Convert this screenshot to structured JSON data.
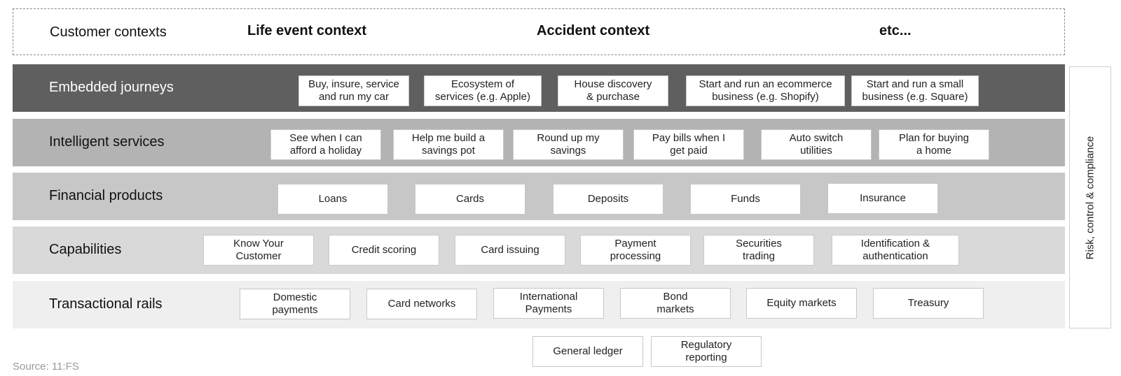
{
  "customer_contexts": {
    "label": "Customer contexts",
    "items": [
      "Life event context",
      "Accident context",
      "etc..."
    ]
  },
  "embedded_journeys": {
    "label": "Embedded journeys",
    "items": [
      "Buy, insure, service\nand run my car",
      "Ecosystem of\nservices  (e.g. Apple)",
      "House discovery\n& purchase",
      "Start and run an ecommerce\nbusiness (e.g. Shopify)",
      "Start and run a small\nbusiness (e.g. Square)"
    ]
  },
  "intelligent_services": {
    "label": "Intelligent services",
    "items": [
      "See when I can\nafford a holiday",
      "Help me build a\nsavings pot",
      "Round up my\nsavings",
      "Pay bills when I\nget paid",
      "Auto switch\nutilities",
      "Plan for buying\na home"
    ]
  },
  "financial_products": {
    "label": "Financial products",
    "items": [
      "Loans",
      "Cards",
      "Deposits",
      "Funds",
      "Insurance"
    ]
  },
  "capabilities": {
    "label": "Capabilities",
    "items": [
      "Know Your\nCustomer",
      "Credit scoring",
      "Card issuing",
      "Payment\nprocessing",
      "Securities\ntrading",
      "Identification &\nauthentication"
    ]
  },
  "transactional_rails": {
    "label": "Transactional rails",
    "items": [
      "Domestic\npayments",
      "Card networks",
      "International\nPayments",
      "Bond\nmarkets",
      "Equity markets",
      "Treasury"
    ]
  },
  "ledger": {
    "items": [
      "General ledger",
      "Regulatory\nreporting"
    ]
  },
  "risk": {
    "label": "Risk, control & compliance"
  },
  "source": "Source: 11:FS",
  "colors": {
    "embedded_band": "#5f5f5f",
    "intelligent_band": "#b3b3b3",
    "financial_band": "#c7c7c7",
    "capabilities_band": "#d9d9d9",
    "rails_band": "#efefef"
  }
}
